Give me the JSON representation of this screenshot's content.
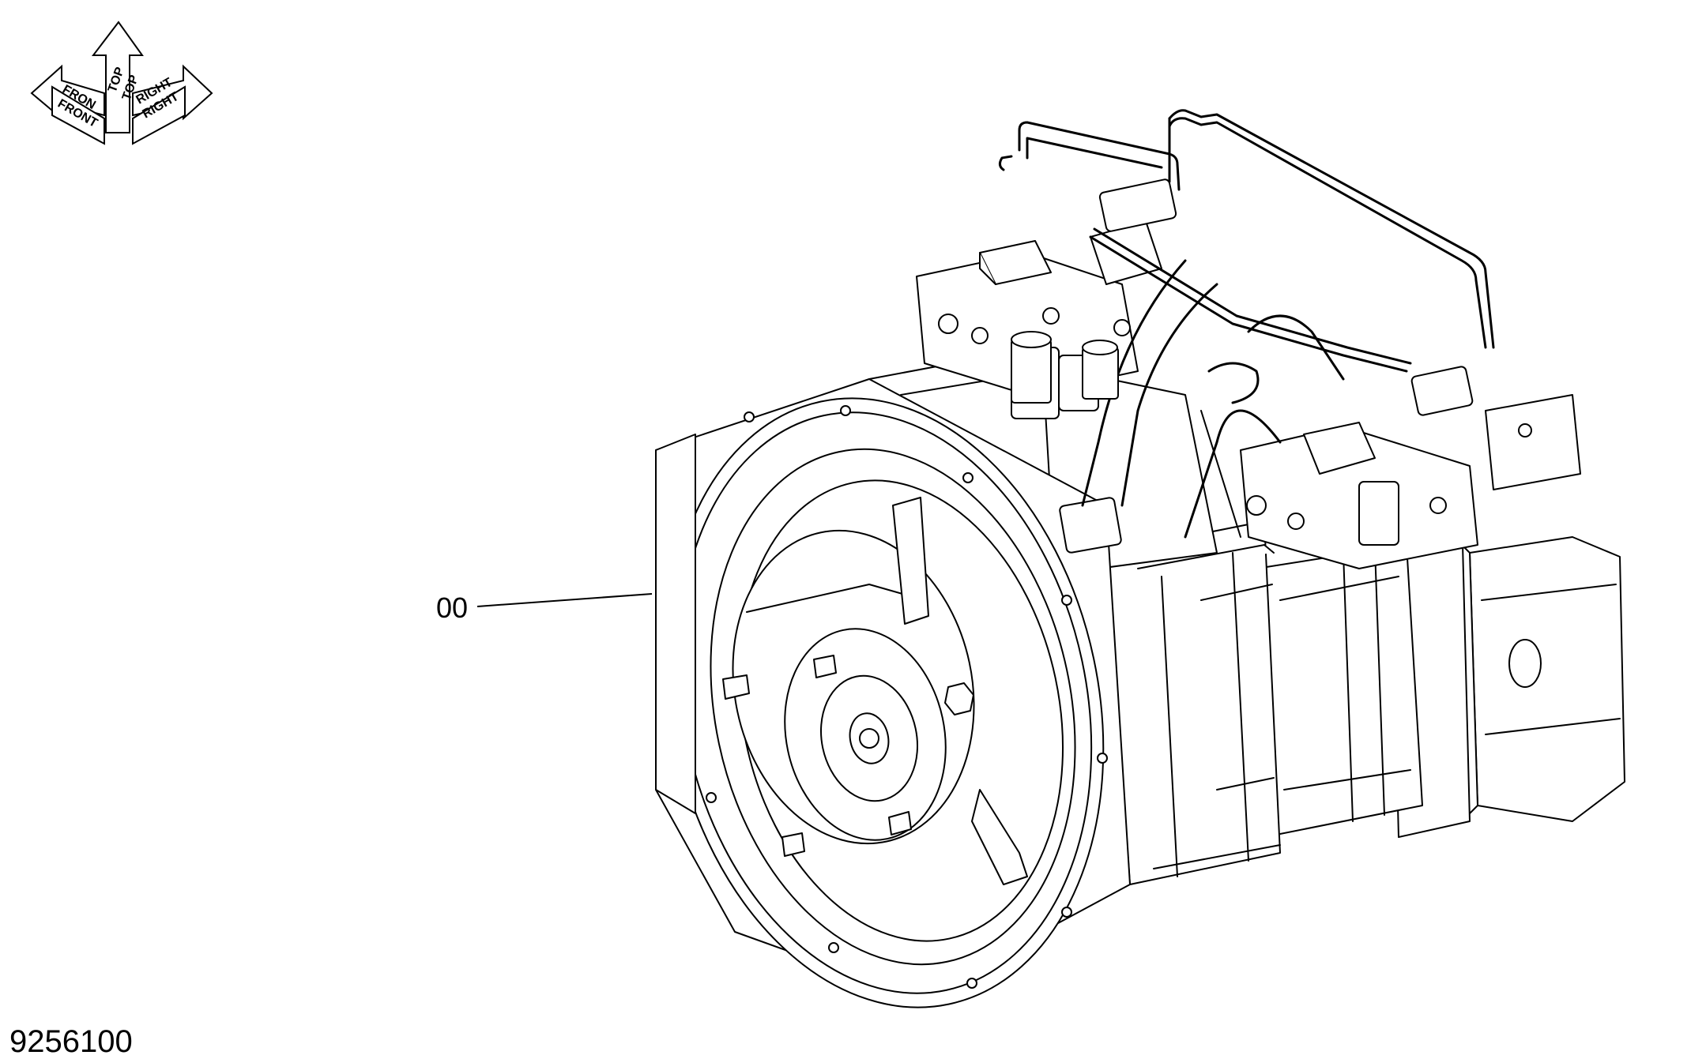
{
  "orientation": {
    "top_label_1": "TOP",
    "top_label_2": "TOP",
    "front_label_1": "FRON",
    "front_label_2": "FRONT",
    "right_label_1": "RIGHT",
    "right_label_2": "RIGHT"
  },
  "callout": {
    "label": "00"
  },
  "figure": {
    "number": "9256100"
  },
  "colors": {
    "line": "#000000",
    "background": "#ffffff"
  }
}
